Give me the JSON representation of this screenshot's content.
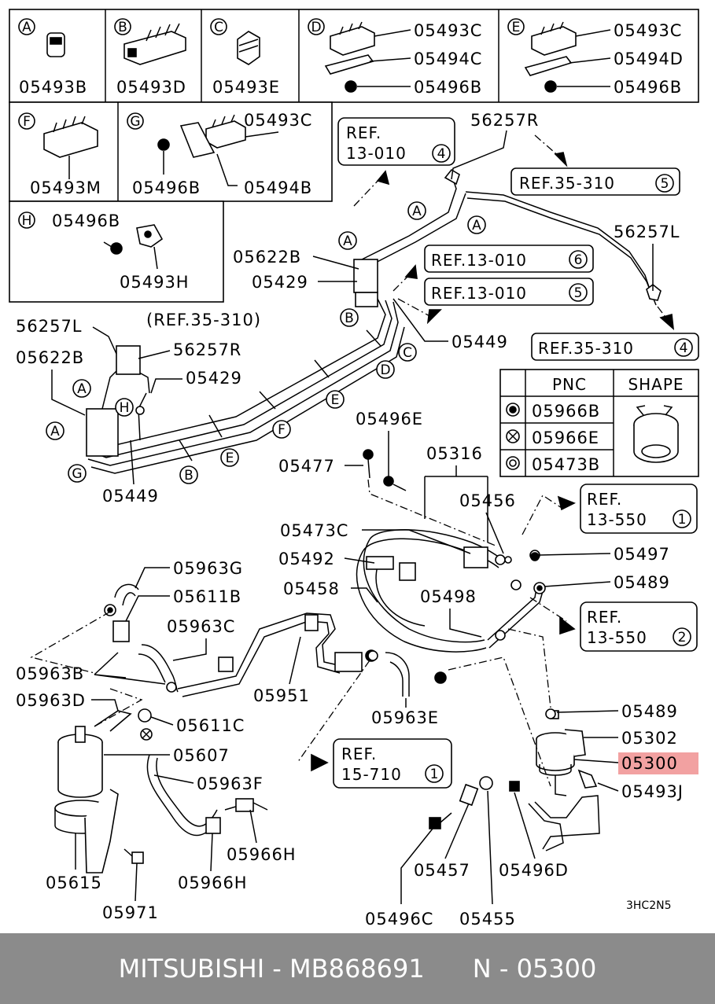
{
  "boxes": [
    {
      "letter": "A",
      "parts": [
        "05493B"
      ]
    },
    {
      "letter": "B",
      "parts": [
        "05493D"
      ]
    },
    {
      "letter": "C",
      "parts": [
        "05493E"
      ]
    },
    {
      "letter": "D",
      "parts": [
        "05493C",
        "05494C",
        "05496B"
      ]
    },
    {
      "letter": "E",
      "parts": [
        "05493C",
        "05494D",
        "05496B"
      ]
    },
    {
      "letter": "F",
      "parts": [
        "05493M"
      ]
    },
    {
      "letter": "G",
      "parts": [
        "05493C",
        "05496B",
        "05494B"
      ]
    },
    {
      "letter": "H",
      "parts": [
        "05496B",
        "05493H"
      ]
    }
  ],
  "refs": [
    {
      "text": "REF.",
      "text2": "13-010",
      "num": "4"
    },
    {
      "text": "REF.35-310",
      "num": "5"
    },
    {
      "text": "REF.13-010",
      "num": "6"
    },
    {
      "text": "REF.13-010",
      "num": "5"
    },
    {
      "text": "REF.35-310",
      "num": "4"
    },
    {
      "text": "REF.",
      "text2": "13-550",
      "num": "1"
    },
    {
      "text": "REF.",
      "text2": "13-550",
      "num": "2"
    },
    {
      "text": "REF.",
      "text2": "15-710",
      "num": "1"
    }
  ],
  "upper_labels": [
    "56257R",
    "56257L",
    "05622B",
    "05429",
    "05449",
    "56257L",
    "(REF.35-310)",
    "56257R",
    "05622B",
    "05429",
    "05449"
  ],
  "pnc_table": {
    "headers": [
      "PNC",
      "SHAPE"
    ],
    "rows": [
      {
        "symbol": "circled-dot",
        "pnc": "05966B"
      },
      {
        "symbol": "circled-x",
        "pnc": "05966E"
      },
      {
        "symbol": "double-circle",
        "pnc": "05473B"
      }
    ]
  },
  "lower_labels": [
    "05496E",
    "05477",
    "05316",
    "05456",
    "05473C",
    "05492",
    "05458",
    "05497",
    "05489",
    "05498",
    "05963G",
    "05611B",
    "05963C",
    "05963B",
    "05963D",
    "05611C",
    "05607",
    "05963F",
    "05951",
    "05963E",
    "05489",
    "05302",
    "05300",
    "05493J",
    "05615",
    "05971",
    "05966H",
    "05966H",
    "05496C",
    "05457",
    "05455",
    "05496D"
  ],
  "callout_letters": [
    "A",
    "A",
    "A",
    "B",
    "C",
    "D",
    "E",
    "F",
    "A",
    "A",
    "H",
    "B",
    "E",
    "G"
  ],
  "highlighted_part": "05300",
  "figure_code": "3HC2N5",
  "footer": {
    "brand": "MITSUBISHI",
    "part_number": "MB868691",
    "pnc": "N - 05300"
  }
}
